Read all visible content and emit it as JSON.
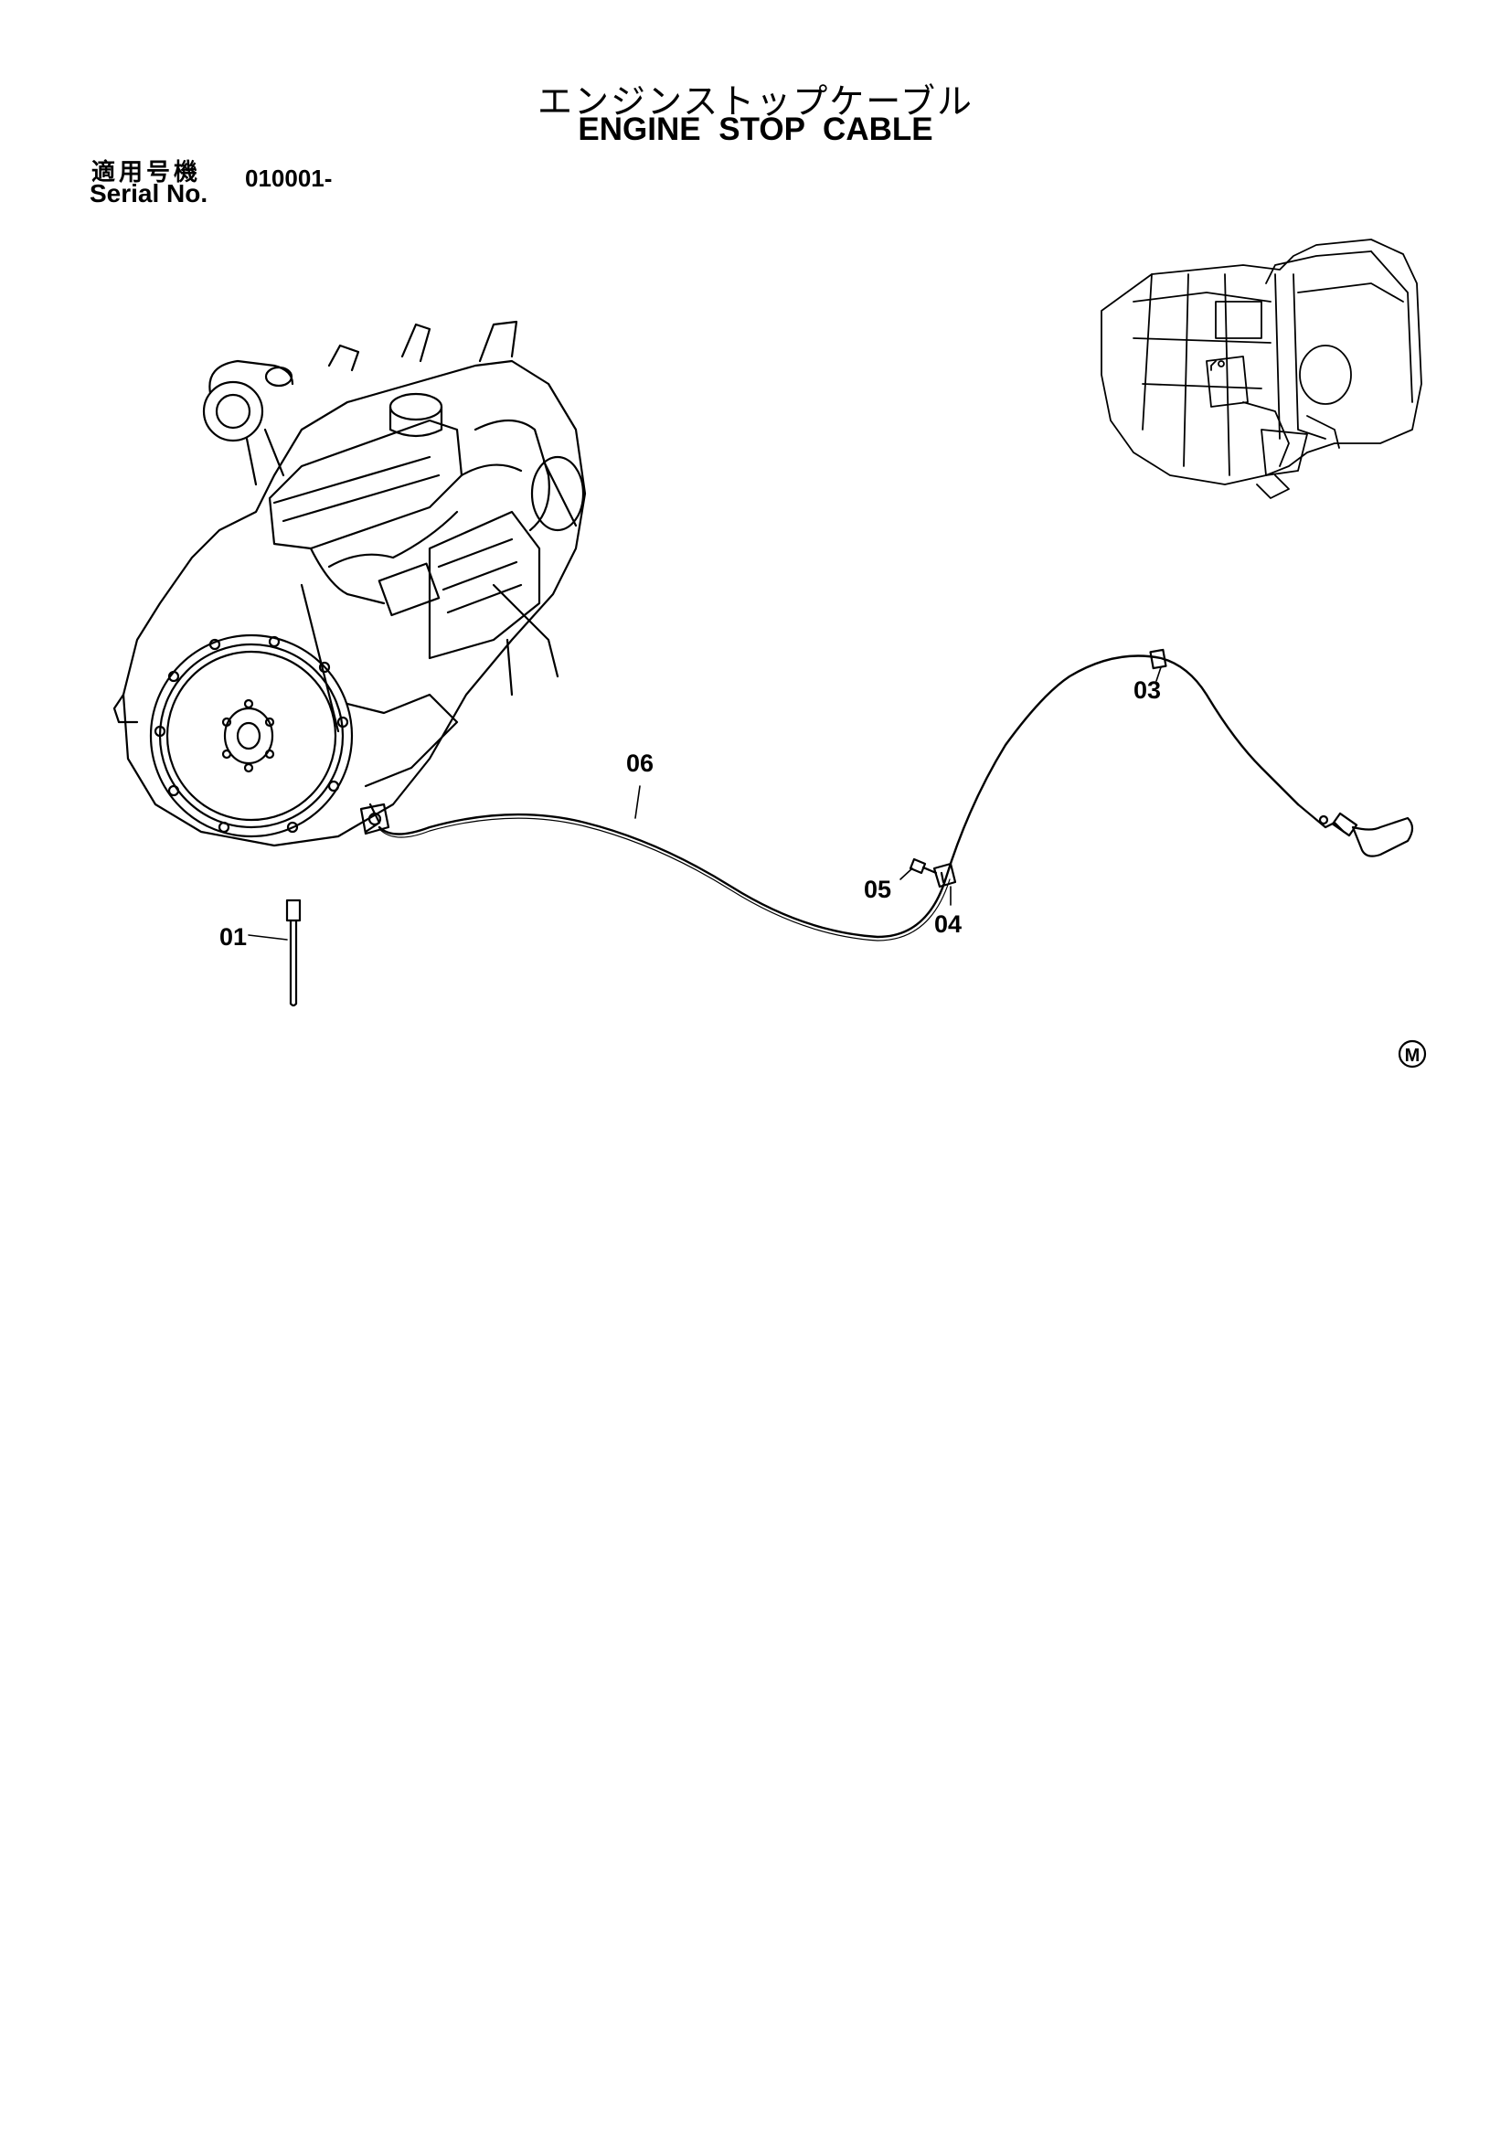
{
  "header": {
    "title_jp": "エンジンストップケーブル",
    "title_en": "ENGINE STOP CABLE",
    "serial_label_jp": "適用号機",
    "serial_label_en": "Serial No.",
    "serial_value": "010001-"
  },
  "callouts": [
    {
      "id": "01",
      "label": "01"
    },
    {
      "id": "03",
      "label": "03"
    },
    {
      "id": "04",
      "label": "04"
    },
    {
      "id": "05",
      "label": "05"
    },
    {
      "id": "06",
      "label": "06"
    }
  ],
  "mark": "M"
}
